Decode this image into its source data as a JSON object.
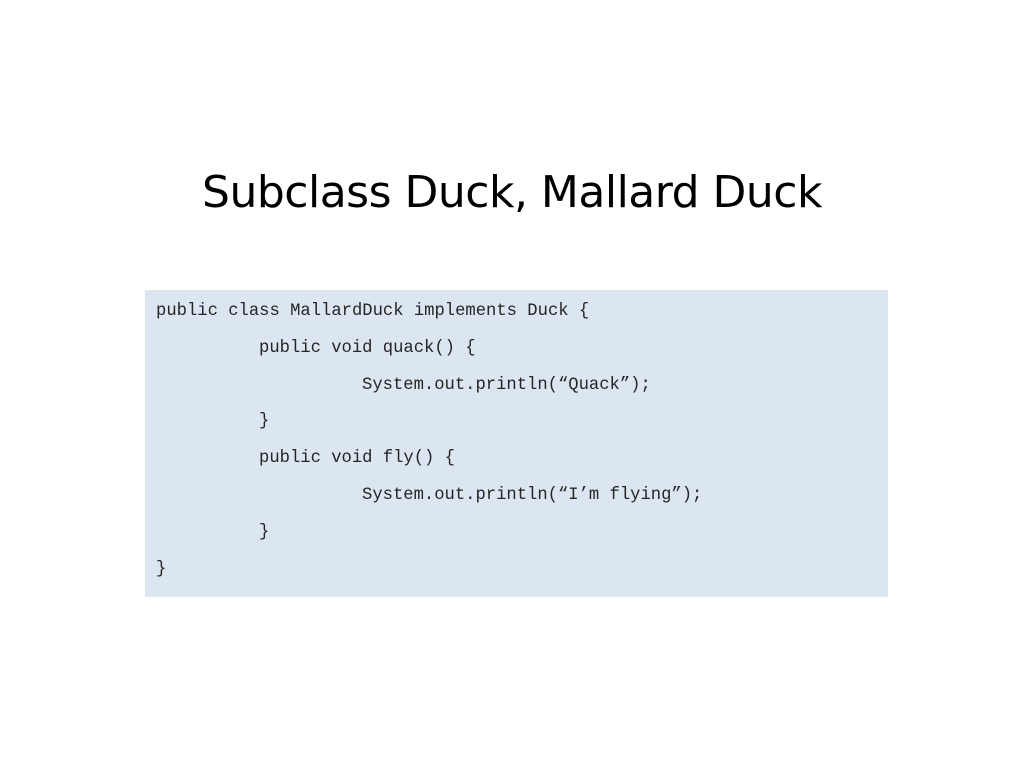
{
  "slide": {
    "title": "Subclass Duck, Mallard Duck"
  },
  "code": {
    "lines": [
      "public class MallardDuck implements Duck {",
      "public void quack() {",
      "System.out.println(“Quack”);",
      "}",
      "public void fly() {",
      "System.out.println(“I’m flying”);",
      "}",
      "}"
    ]
  },
  "colors": {
    "code_background": "#dce6f1",
    "code_text": "#262626",
    "title_text": "#000000"
  }
}
